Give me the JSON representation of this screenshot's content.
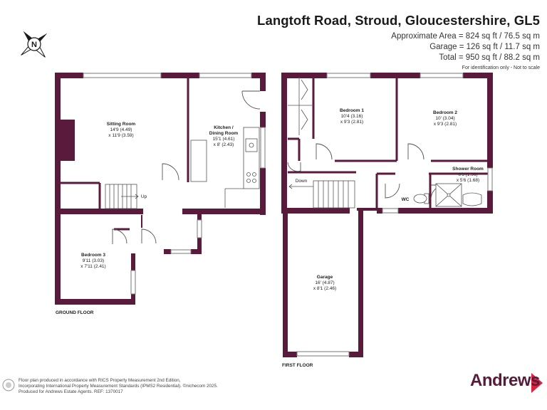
{
  "header": {
    "title": "Langtoft Road, Stroud, Gloucestershire, GL5",
    "area_line": "Approximate Area = 824 sq ft / 76.5 sq m",
    "garage_line": "Garage = 126 sq ft / 11.7 sq m",
    "total_line": "Total = 950 sq ft / 88.2 sq m",
    "note": "For identification only - Not to scale"
  },
  "compass": {
    "label": "N"
  },
  "rooms": {
    "sitting": {
      "name": "Sitting Room",
      "dim1": "14'9 (4.49)",
      "dim2": "x 11'9 (3.59)"
    },
    "kitchen": {
      "name1": "Kitchen /",
      "name2": "Dining Room",
      "dim1": "15'1 (4.61)",
      "dim2": "x 8' (2.43)"
    },
    "bedroom3": {
      "name": "Bedroom 3",
      "dim1": "9'11 (3.03)",
      "dim2": "x 7'11 (2.41)"
    },
    "bedroom1": {
      "name": "Bedroom 1",
      "dim1": "10'4 (3.16)",
      "dim2": "x 9'3 (2.81)"
    },
    "bedroom2": {
      "name": "Bedroom 2",
      "dim1": "10' (3.04)",
      "dim2": "x 9'3 (2.81)"
    },
    "shower": {
      "name": "Shower Room",
      "dim1": "6'5 (1.96)",
      "dim2": "x 5'6 (1.68)"
    },
    "wc": {
      "name": "WC"
    },
    "garage": {
      "name": "Garage",
      "dim1": "16' (4.87)",
      "dim2": "x 8'1 (2.46)"
    }
  },
  "stairs": {
    "up": "Up",
    "down": "Down"
  },
  "floors": {
    "ground": "GROUND FLOOR",
    "first": "FIRST FLOOR"
  },
  "footer": {
    "line1": "Floor plan produced in accordance with RICS Property Measurement 2nd Edition,",
    "line2": "Incorporating International Property Measurement Standards (IPMS2 Residential).  ©nichecom 2025.",
    "line3": "Produced for Andrews Estate Agents.   REF: 1370017"
  },
  "brand": {
    "name": "Andrews"
  },
  "colors": {
    "wall": "#5a1a3c",
    "brand_arrow": "#e0203a"
  }
}
